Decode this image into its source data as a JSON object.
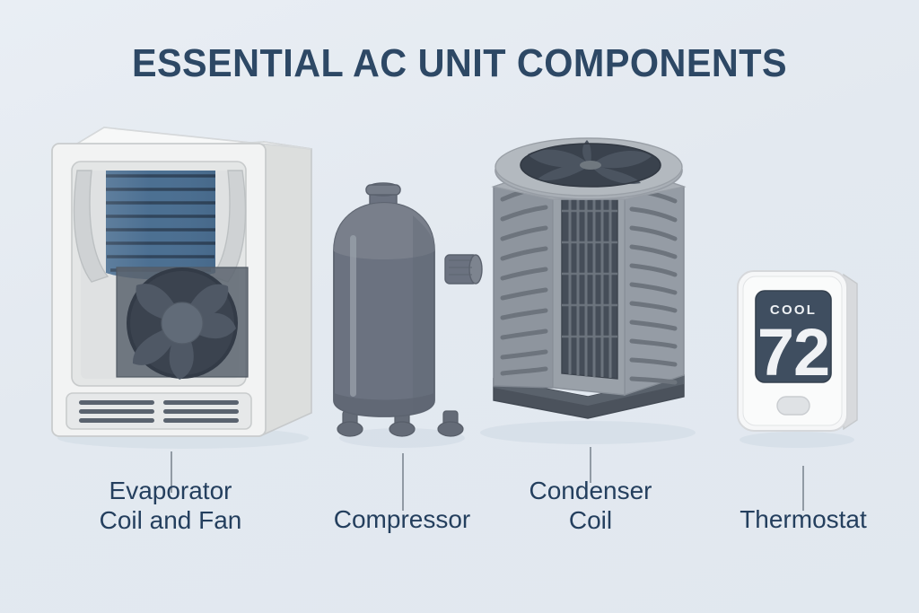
{
  "page": {
    "title": "ESSENTIAL AC UNIT COMPONENTS",
    "background_color": "#e4eaf1",
    "title_color": "#2d4865",
    "label_color": "#243f5e",
    "leader_line_color": "#919aa4"
  },
  "components": [
    {
      "id": "evaporator",
      "label": "Evaporator\nCoil and Fan",
      "icon": "evaporator-coil-and-fan-illustration",
      "colors": {
        "cabinet_front": "#f2f3f3",
        "cabinet_top": "#f7f8f8",
        "cabinet_side": "#dcdedd",
        "coil_blue": "#4a6e91",
        "coil_stripe": "#2c3f55",
        "fan_dark": "#39414e",
        "fan_hub": "#616b78",
        "vent_bar": "#5a636f"
      },
      "details": {
        "coil_stripe_count": 8,
        "fan_blade_count": 5,
        "vent_rows": 3,
        "vent_columns": 2
      }
    },
    {
      "id": "compressor",
      "label": "Compressor",
      "icon": "compressor-tank-illustration",
      "colors": {
        "body": "#6b7280",
        "body_light": "#7d848f",
        "body_dark": "#5b626e",
        "highlight": "#9aa1ab",
        "foot": "#646b77"
      },
      "details": {
        "foot_count": 3,
        "top_port": true,
        "side_pipe": true
      }
    },
    {
      "id": "condenser",
      "label": "Condenser\nCoil",
      "icon": "condenser-coil-unit-illustration",
      "colors": {
        "shell_front": "#9aa1a9",
        "shell_left": "#8e959e",
        "shell_right": "#959ca5",
        "top_rim": "#a9afb6",
        "fan_grille": "#3a424d",
        "fan_blade": "#4b5460",
        "mesh_dark": "#454d58",
        "mesh_bar": "#6e767f",
        "base": "#4b525c",
        "slat": "#6d747d"
      },
      "details": {
        "left_slat_count": 10,
        "right_slat_count": 11,
        "mesh_columns": 7,
        "mesh_rows": 6
      }
    },
    {
      "id": "thermostat",
      "label": "Thermostat",
      "icon": "thermostat-illustration",
      "screen": {
        "mode": "COOL",
        "temperature": "72"
      },
      "colors": {
        "case": "#f6f7f8",
        "case_edge": "#d8dadd",
        "screen": "#3f4e60",
        "screen_text": "#f0f2f5",
        "button": "#dfe2e5"
      }
    }
  ]
}
